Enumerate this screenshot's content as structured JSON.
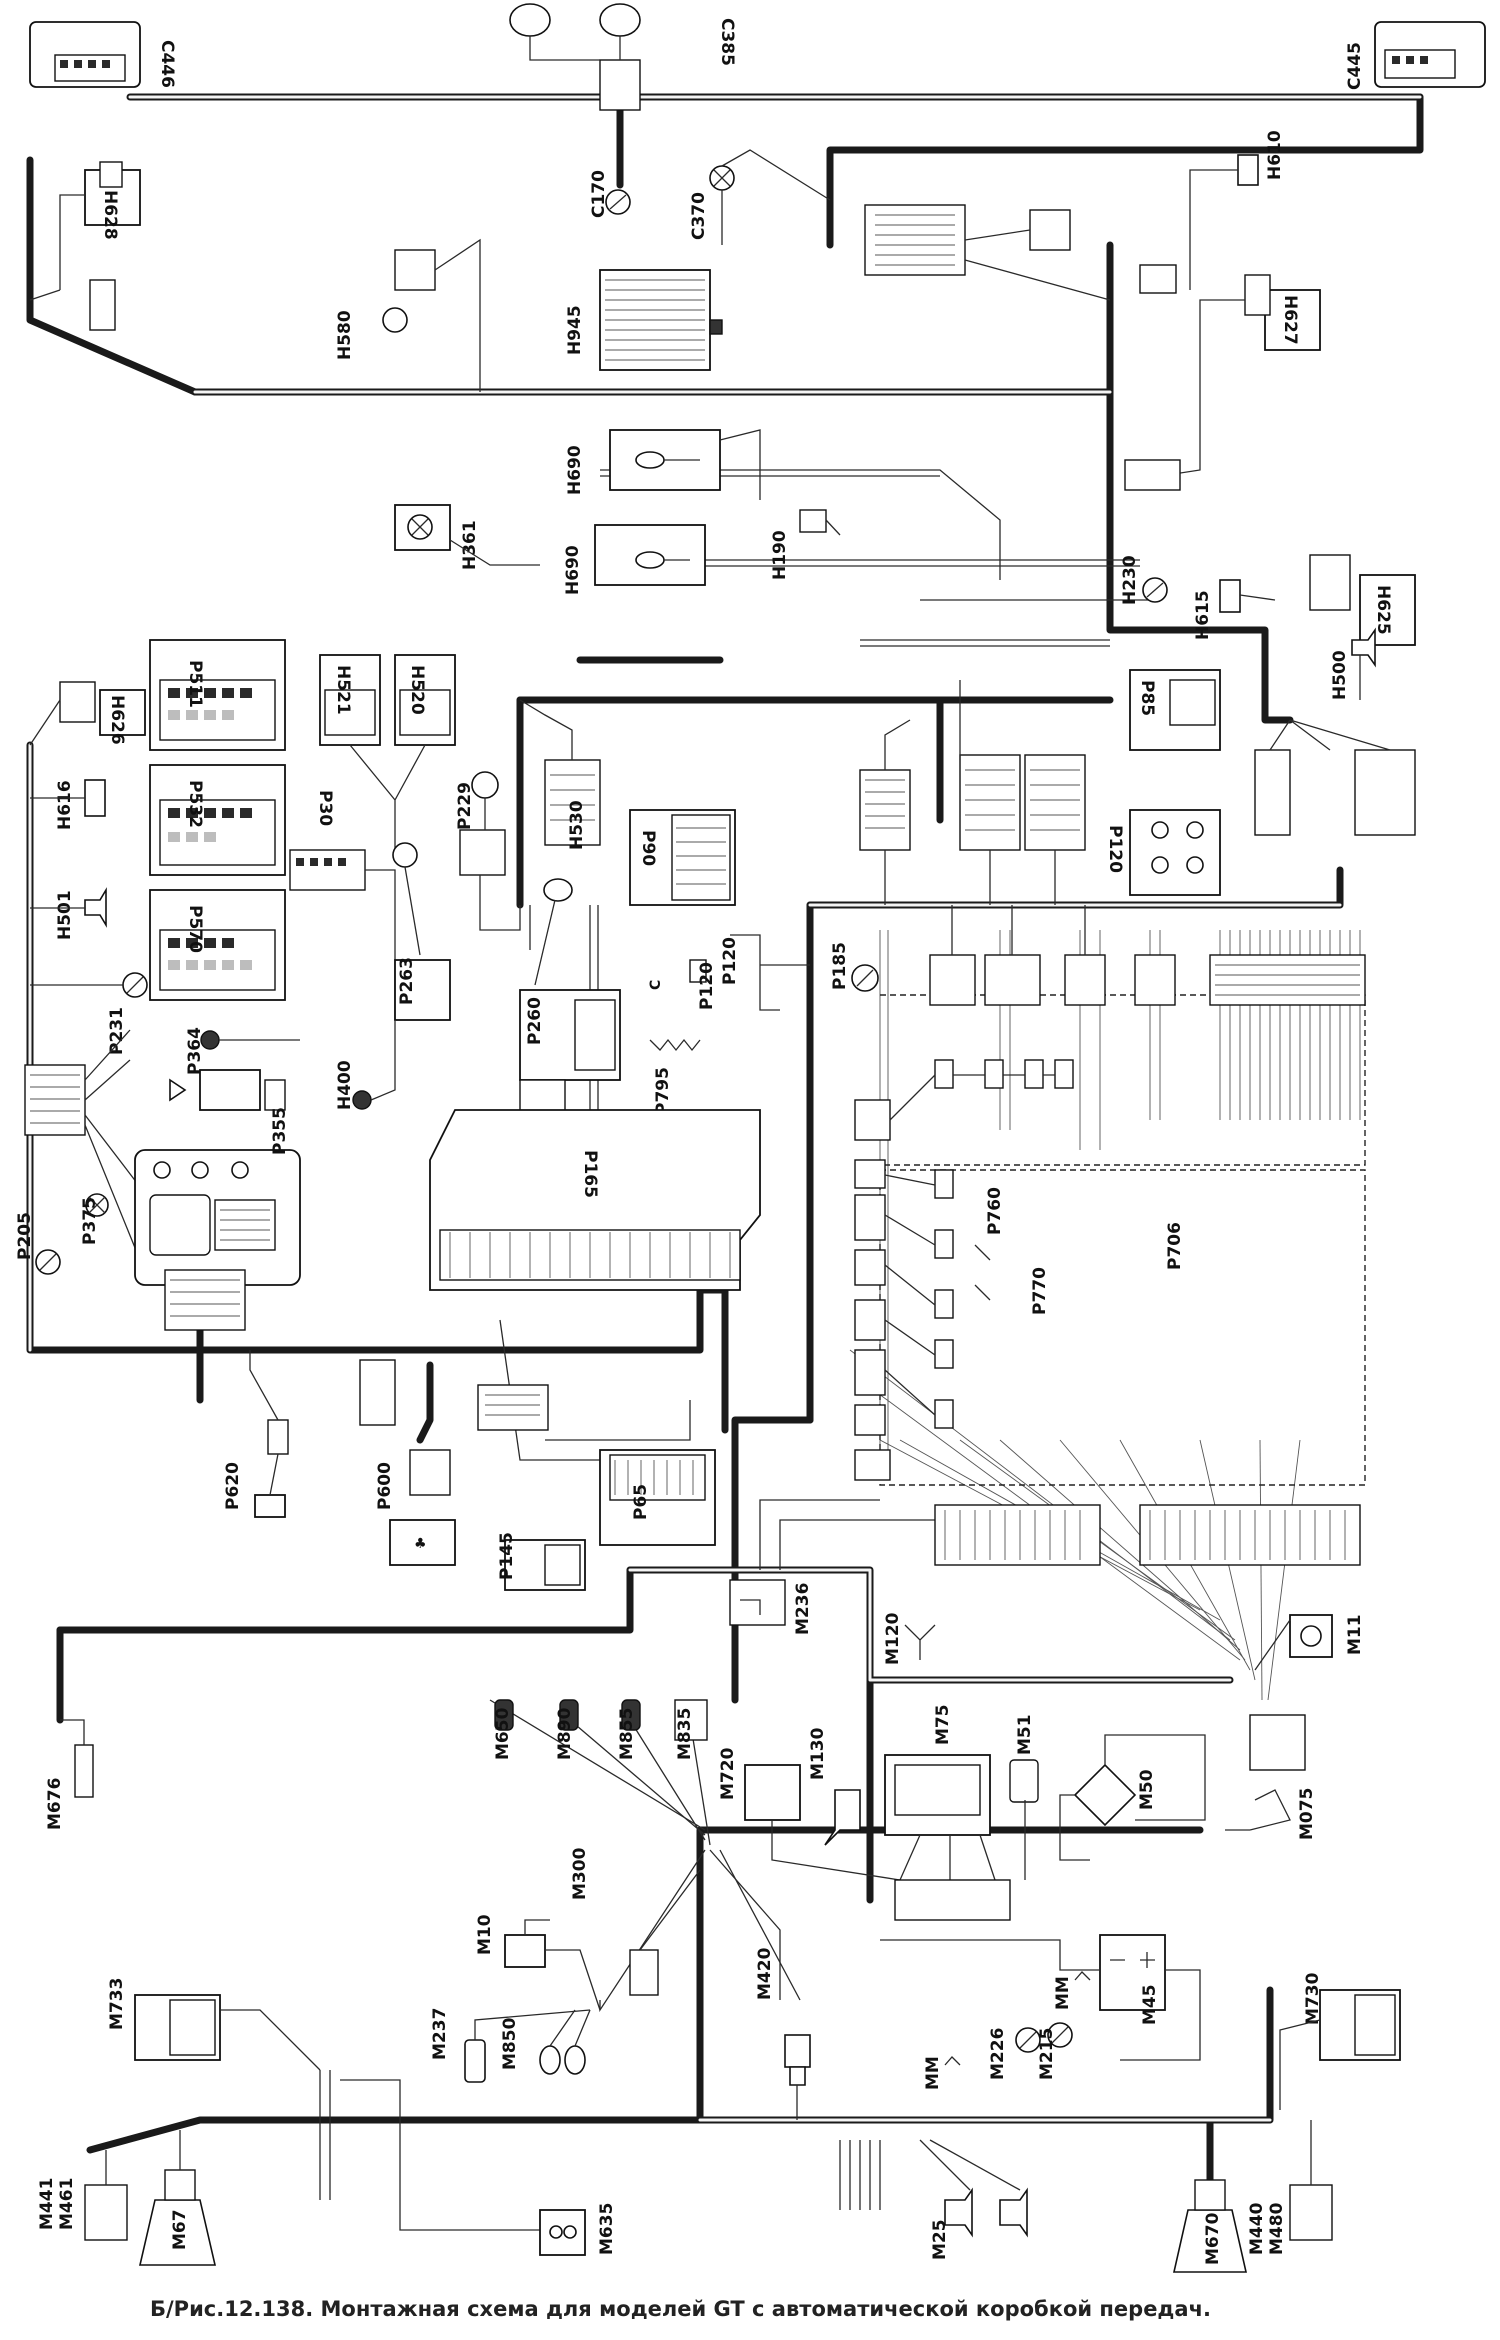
{
  "caption": "Б/Рис.12.138. Монтажная схема для моделей GT с автоматической коробкой передач.",
  "components": {
    "c446": "C446",
    "c385": "C385",
    "c445": "C445",
    "c170": "C170",
    "c370": "C370",
    "h628": "H628",
    "h580": "H580",
    "h945": "H945",
    "h610": "H610",
    "h627": "H627",
    "h690a": "H690",
    "h690b": "H690",
    "h361": "H361",
    "h190": "H190",
    "h230": "H230",
    "h615": "H615",
    "h625": "H625",
    "h500": "H500",
    "h626": "H626",
    "h616": "H616",
    "h501": "H501",
    "h521": "H521",
    "h520": "H520",
    "h530": "H530",
    "h400": "H400",
    "p511": "P511",
    "p532": "P532",
    "p570": "P570",
    "p30": "P30",
    "p229": "P229",
    "p90": "P90",
    "p85": "P85",
    "p120a": "P120",
    "p120b": "P120",
    "p120c": "P120",
    "p185": "P185",
    "p231": "P231",
    "p364": "P364",
    "p263": "P263",
    "p260": "P260",
    "p795": "P795",
    "p355": "P355",
    "p375": "P375",
    "p205": "P205",
    "p165": "P165",
    "p760": "P760",
    "p770": "P770",
    "p706": "P706",
    "p620": "P620",
    "p600": "P600",
    "p145": "P145",
    "p65": "P65",
    "m236": "M236",
    "m120": "M120",
    "m11": "M11",
    "m650": "M650",
    "m890": "M890",
    "m855": "M855",
    "m835": "M835",
    "m720": "M720",
    "m130": "M130",
    "m75": "M75",
    "m51": "M51",
    "m50": "M50",
    "m676": "M676",
    "m075": "M075",
    "m300": "M300",
    "m10": "M10",
    "m420": "M420",
    "m45": "M45",
    "m733": "M733",
    "m237": "M237",
    "m850": "M850",
    "mm": "MM",
    "m226": "M226",
    "m215": "M215",
    "m730": "M730",
    "m441": "M441",
    "m461": "M461",
    "m67a": "M67",
    "m635": "M635",
    "m25": "M25",
    "m670": "M670",
    "m440": "M440",
    "m480": "M480"
  }
}
